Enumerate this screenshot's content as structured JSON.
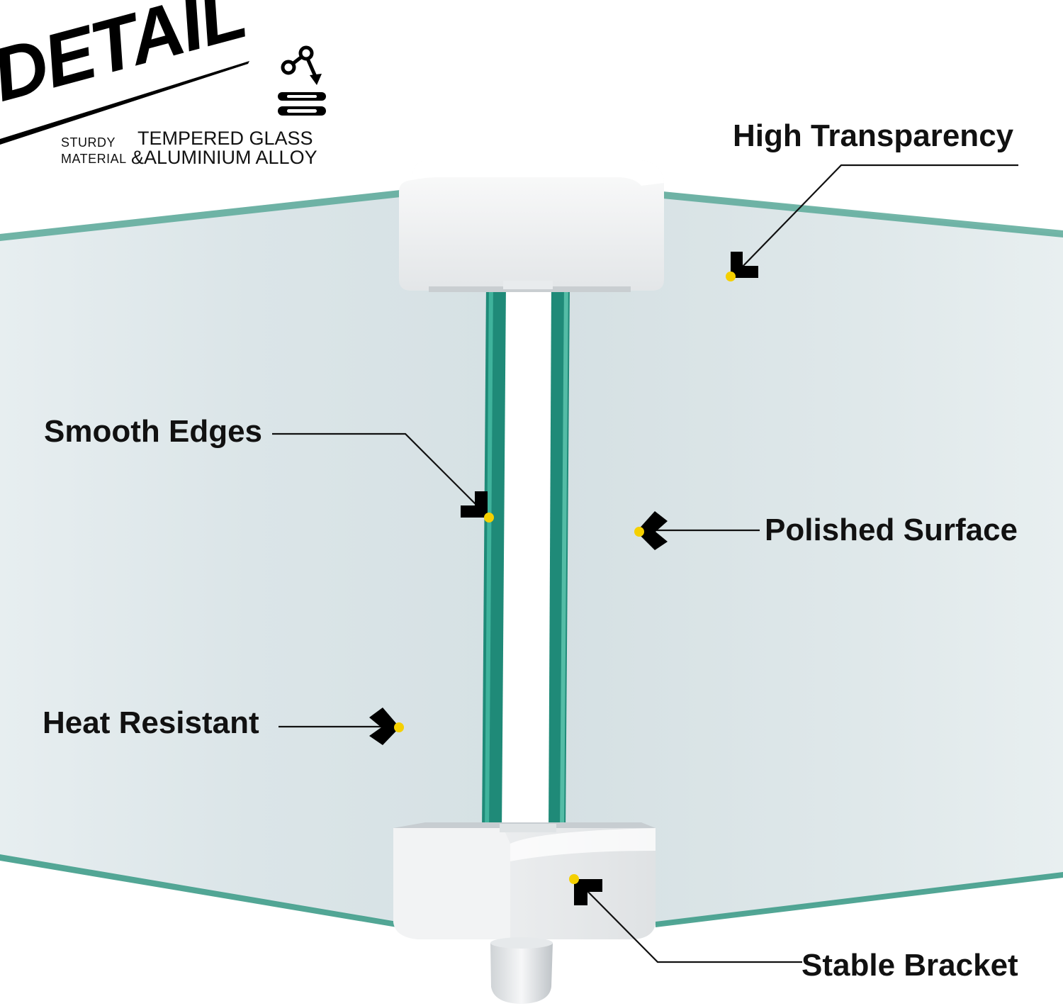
{
  "header": {
    "brand": "DETAIL",
    "material_label_line1": "STURDY",
    "material_label_line2": "MATERIAL",
    "material_value_line1": "TEMPERED GLASS",
    "material_value_line2": "&ALUMINIUM ALLOY"
  },
  "icons": {
    "material_icon": "molecule-layers-icon",
    "marker": "arrowhead-marker-icon"
  },
  "callouts": {
    "high_transparency": "High Transparency",
    "smooth_edges": "Smooth Edges",
    "polished_surface": "Polished Surface",
    "heat_resistant": "Heat Resistant",
    "stable_bracket": "Stable Bracket"
  },
  "colors": {
    "glass": "#dde7e9",
    "glass_edge": "#1f8a78",
    "bracket": "#eef0f1",
    "marker_dot": "#f5d000",
    "marker": "#000000"
  }
}
